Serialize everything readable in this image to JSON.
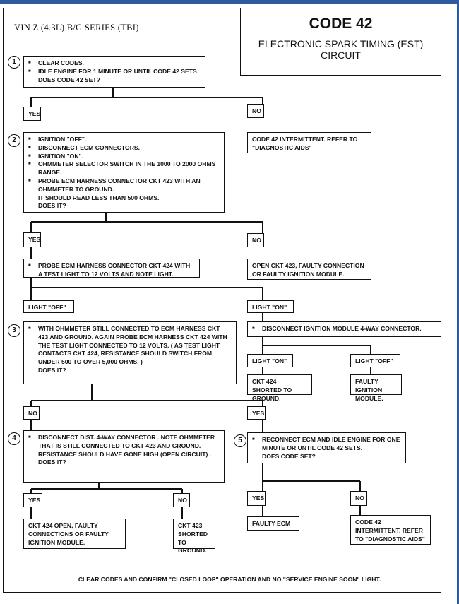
{
  "header": {
    "vin": "VIN Z (4.3L) B/G SERIES (TBI)",
    "code": "CODE 42",
    "subtitle_line1": "ELECTRONIC SPARK TIMING (EST)",
    "subtitle_line2": "CIRCUIT"
  },
  "steps": {
    "s1": {
      "number": "1",
      "items": [
        "CLEAR CODES.",
        "IDLE ENGINE FOR 1 MINUTE OR UNTIL CODE 42 SETS."
      ],
      "question": "DOES CODE 42 SET?"
    },
    "s2": {
      "number": "2",
      "items": [
        "IGNITION \"OFF\".",
        "DISCONNECT ECM CONNECTORS.",
        "IGNITION \"ON\".",
        "OHMMETER SELECTOR SWITCH IN THE 1000 TO 2000 OHMS RANGE.",
        "PROBE ECM HARNESS CONNECTOR CKT 423  WITH AN OHMMETER TO GROUND."
      ],
      "note": "IT SHOULD READ LESS THAN 500 OHMS.",
      "question": "DOES IT?"
    },
    "s2b": {
      "items": [
        "PROBE ECM HARNESS CONNECTOR CKT 424 WITH A TEST LIGHT TO 12  VOLTS AND NOTE LIGHT."
      ]
    },
    "s3": {
      "number": "3",
      "items": [
        "WITH OHMMETER STILL CONNECTED TO ECM HARNESS CKT 423 AND GROUND.  AGAIN PROBE ECM HARNESS CKT 424 WITH THE TEST LIGHT CONNECTED TO 12 VOLTS.  ( AS TEST LIGHT CONTACTS CKT 424, RESISTANCE SHOULD SWITCH FROM UNDER 500 TO OVER 5,000 OHMS. )"
      ],
      "question": "DOES IT?"
    },
    "s3b": {
      "items": [
        "DISCONNECT IGNITION MODULE 4-WAY CONNECTOR."
      ]
    },
    "s4": {
      "number": "4",
      "items": [
        "DISCONNECT DIST. 4-WAY CONNECTOR .  NOTE OHMMETER THAT IS STILL CONNECTED TO CKT 423  AND GROUND. RESISTANCE SHOULD HAVE GONE HIGH (OPEN CIRCUIT) ."
      ],
      "question": "DOES IT?"
    },
    "s5": {
      "number": "5",
      "items": [
        "RECONNECT ECM AND IDLE ENGINE FOR ONE MINUTE OR UNTIL CODE 42 SETS."
      ],
      "question": "DOES CODE SET?"
    }
  },
  "labels": {
    "yes": "YES",
    "no": "NO",
    "light_off": "LIGHT \"OFF\"",
    "light_on": "LIGHT \"ON\""
  },
  "results": {
    "r1": "CODE 42 INTERMITTENT.  REFER TO \"DIAGNOSTIC AIDS\"",
    "r2": "OPEN CKT 423, FAULTY CONNECTION OR FAULTY IGNITION MODULE.",
    "r3": "CKT 424  SHORTED TO GROUND.",
    "r4": "FAULTY IGNITION MODULE.",
    "r5": "CKT 424 OPEN, FAULTY CONNECTIONS OR FAULTY IGNITION MODULE.",
    "r6": "CKT 423 SHORTED TO GROUND.",
    "r7": "FAULTY ECM",
    "r8": "CODE 42 INTERMITTENT. REFER TO \"DIAGNOSTIC AIDS\""
  },
  "footer": "CLEAR CODES AND CONFIRM \"CLOSED LOOP\" OPERATION AND NO \"SERVICE ENGINE SOON\" LIGHT."
}
